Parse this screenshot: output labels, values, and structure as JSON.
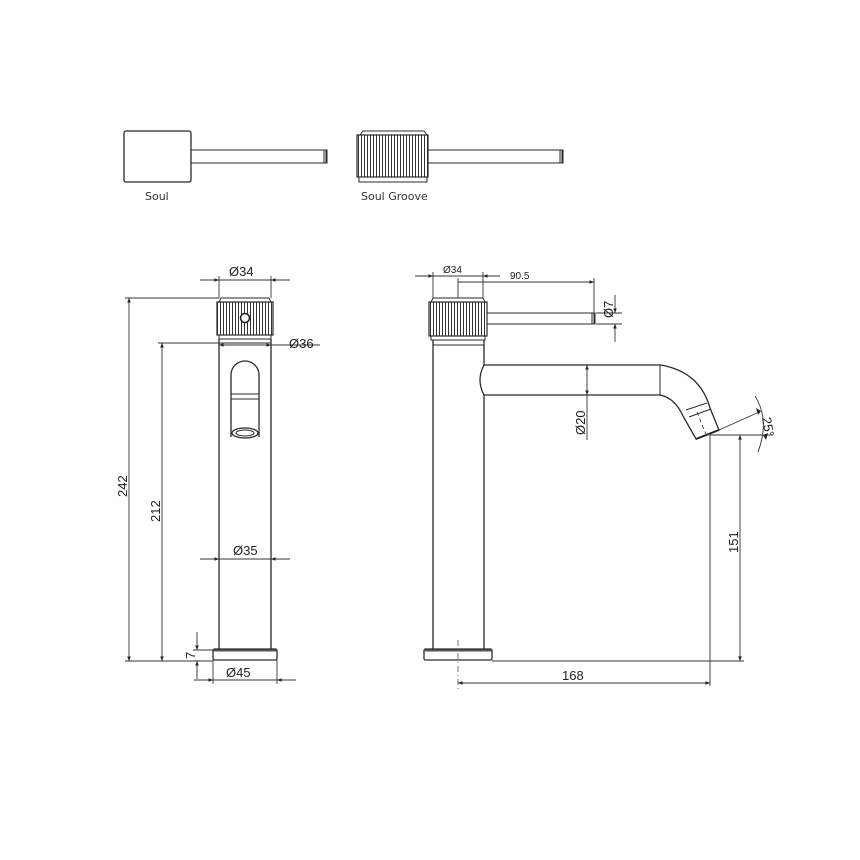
{
  "handle_options": [
    {
      "label": "Soul",
      "style": "smooth-square"
    },
    {
      "label": "Soul Groove",
      "style": "grooved-knurled"
    }
  ],
  "front_view": {
    "dimensions": {
      "handle_diameter": "Ø34",
      "body_top_diameter": "Ø36",
      "body_diameter": "Ø35",
      "base_diameter": "Ø45",
      "overall_height": "242",
      "body_height": "212",
      "base_height": "7"
    }
  },
  "side_view": {
    "dimensions": {
      "handle_diameter": "Ø34",
      "lever_length": "90.5",
      "lever_diameter": "Ø7",
      "spout_diameter": "Ø20",
      "spout_angle": "25°",
      "spout_outlet_height": "151",
      "spout_reach": "168"
    }
  },
  "colors": {
    "line": "#2a2a2a",
    "background": "#ffffff"
  }
}
